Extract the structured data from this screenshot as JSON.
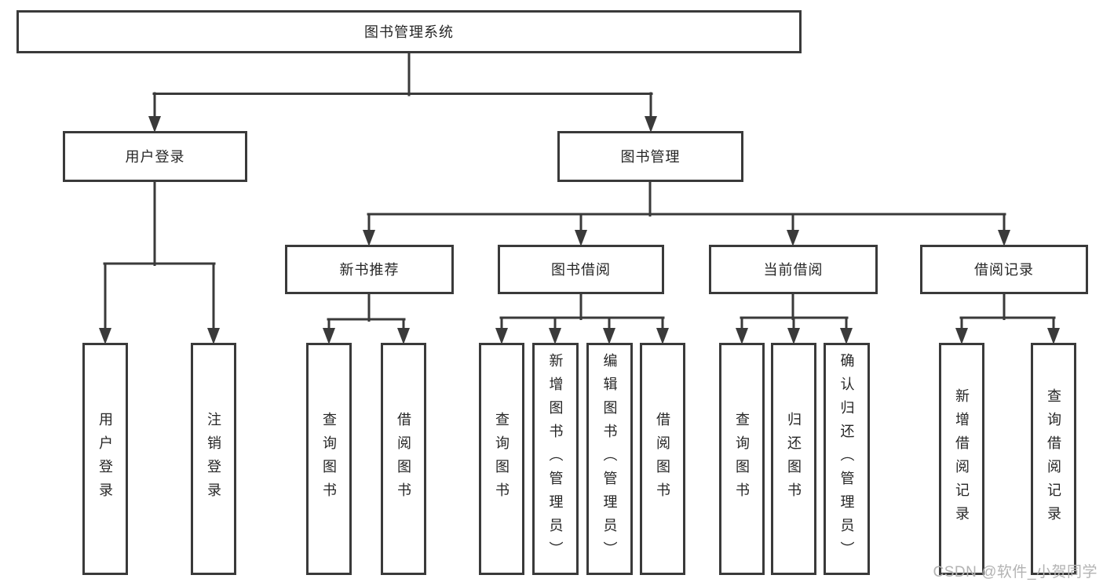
{
  "diagram": {
    "root": {
      "label": "图书管理系统"
    },
    "branches": [
      {
        "label": "用户登录",
        "children": [
          {
            "label": "用户登录"
          },
          {
            "label": "注销登录"
          }
        ]
      },
      {
        "label": "图书管理",
        "children": [
          {
            "label": "新书推荐",
            "children": [
              {
                "label": "查询图书"
              },
              {
                "label": "借阅图书"
              }
            ]
          },
          {
            "label": "图书借阅",
            "children": [
              {
                "label": "查询图书"
              },
              {
                "label": "新增图书（管理员）"
              },
              {
                "label": "编辑图书（管理员）"
              },
              {
                "label": "借阅图书"
              }
            ]
          },
          {
            "label": "当前借阅",
            "children": [
              {
                "label": "查询图书"
              },
              {
                "label": "归还图书"
              },
              {
                "label": "确认归还（管理员）"
              }
            ]
          },
          {
            "label": "借阅记录",
            "children": [
              {
                "label": "新增借阅记录"
              },
              {
                "label": "查询借阅记录"
              }
            ]
          }
        ]
      }
    ]
  },
  "watermark": {
    "text": "CSDN @软件_小贺同学"
  },
  "colors": {
    "line": "#3a3a3a",
    "text": "#262626",
    "watermark": "#b3b3b3",
    "background": "#ffffff"
  }
}
